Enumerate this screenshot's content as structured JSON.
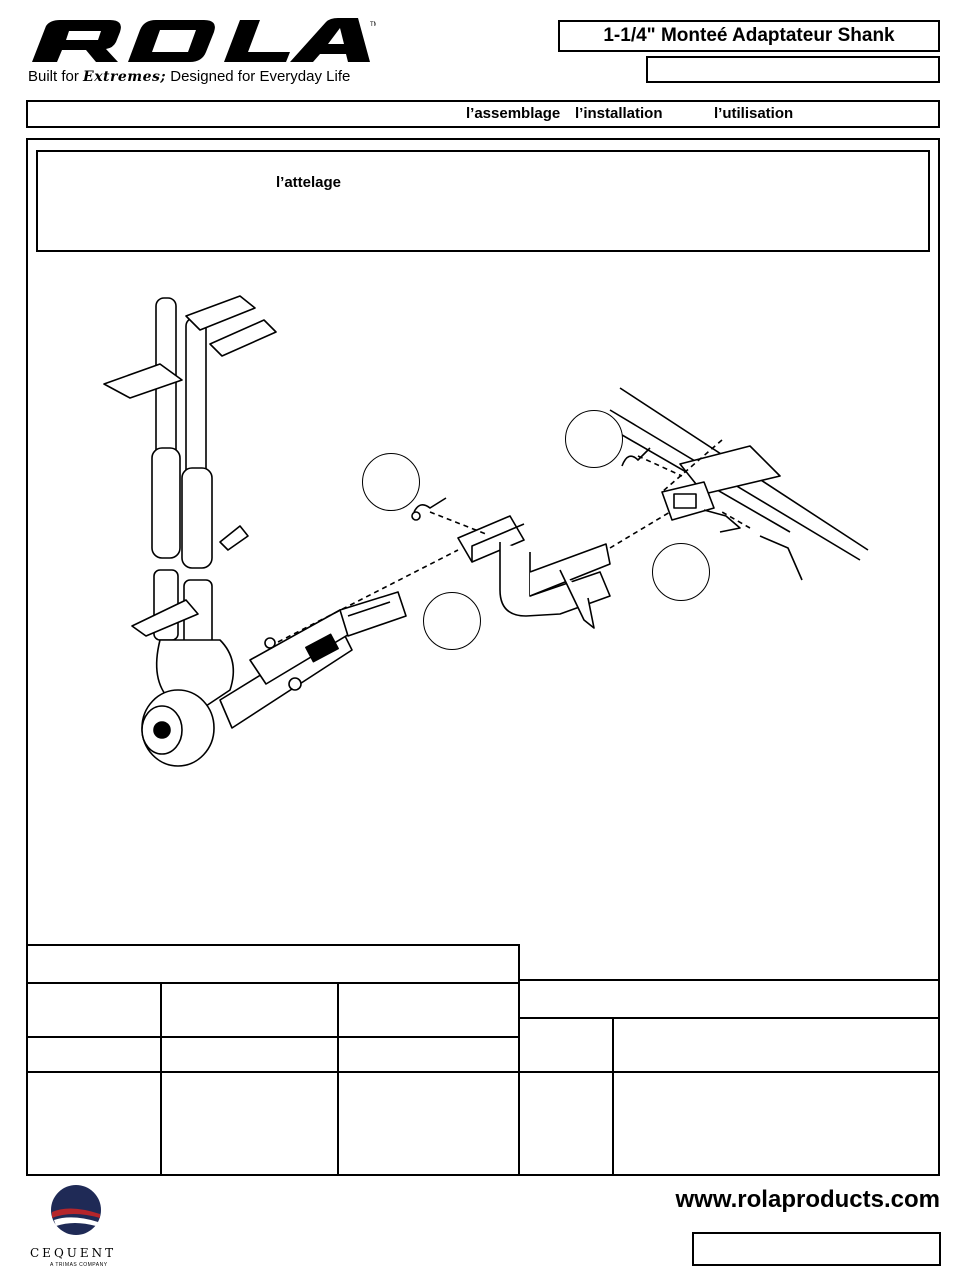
{
  "header": {
    "brand": "ROLA",
    "tagline_part1": "Built for ",
    "tagline_ext": "Extremes;",
    "tagline_part2": " Designed for Everyday Life",
    "title": "1-1/4\" Monteé Adaptateur Shank",
    "subtitle_box": ""
  },
  "banner": {
    "word1": "l’assemblage",
    "word2": "l’installation",
    "word3": "l’utilisation"
  },
  "warning": {
    "word": "l’attelage"
  },
  "diagram": {
    "callouts": [
      "",
      "",
      "",
      ""
    ]
  },
  "footer": {
    "url": "www.rolaproducts.com",
    "company": "CEQUENT",
    "company_sub": "A TRIMAS COMPANY"
  }
}
